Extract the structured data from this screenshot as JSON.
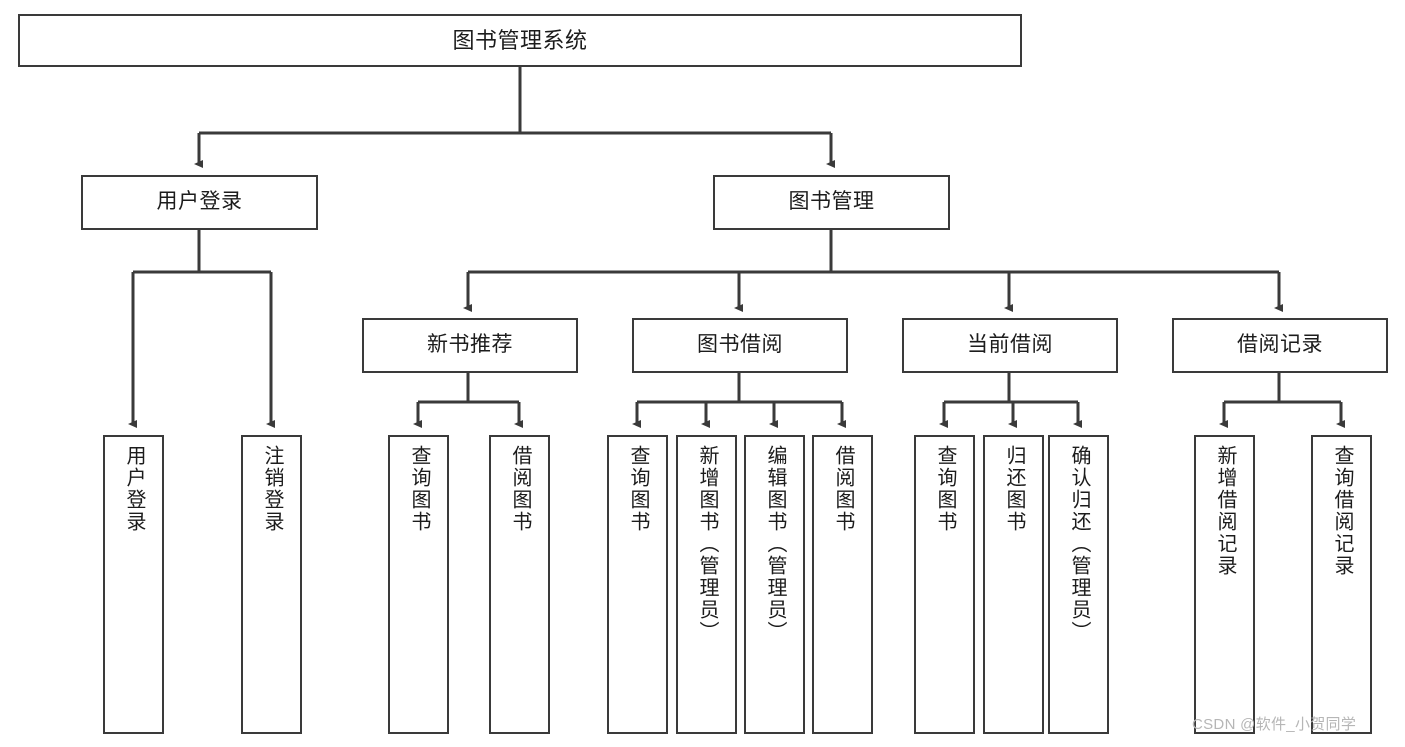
{
  "diagram": {
    "type": "tree-hierarchy",
    "title": "图书管理系统",
    "watermark": "CSDN @软件_小贺同学",
    "colors": {
      "stroke": "#3a3a3a",
      "box_fill": "#ffffff",
      "text": "#1c1c1c",
      "background": "#ffffff",
      "watermark": "#b6b6b6"
    },
    "root": {
      "label": "图书管理系统"
    },
    "level2": [
      {
        "label": "用户登录"
      },
      {
        "label": "图书管理"
      }
    ],
    "level3": [
      {
        "label": "新书推荐"
      },
      {
        "label": "图书借阅"
      },
      {
        "label": "当前借阅"
      },
      {
        "label": "借阅记录"
      }
    ],
    "leaves": {
      "user_login": [
        {
          "label": "用户登录"
        },
        {
          "label": "注销登录"
        }
      ],
      "new_book_recommend": [
        {
          "label": "查询图书"
        },
        {
          "label": "借阅图书"
        }
      ],
      "book_borrow": [
        {
          "label": "查询图书"
        },
        {
          "label": "新增图书（管理员）"
        },
        {
          "label": "编辑图书（管理员）"
        },
        {
          "label": "借阅图书"
        }
      ],
      "current_borrow": [
        {
          "label": "查询图书"
        },
        {
          "label": "归还图书"
        },
        {
          "label": "确认归还（管理员）"
        }
      ],
      "borrow_record": [
        {
          "label": "新增借阅记录"
        },
        {
          "label": "查询借阅记录"
        }
      ]
    }
  }
}
